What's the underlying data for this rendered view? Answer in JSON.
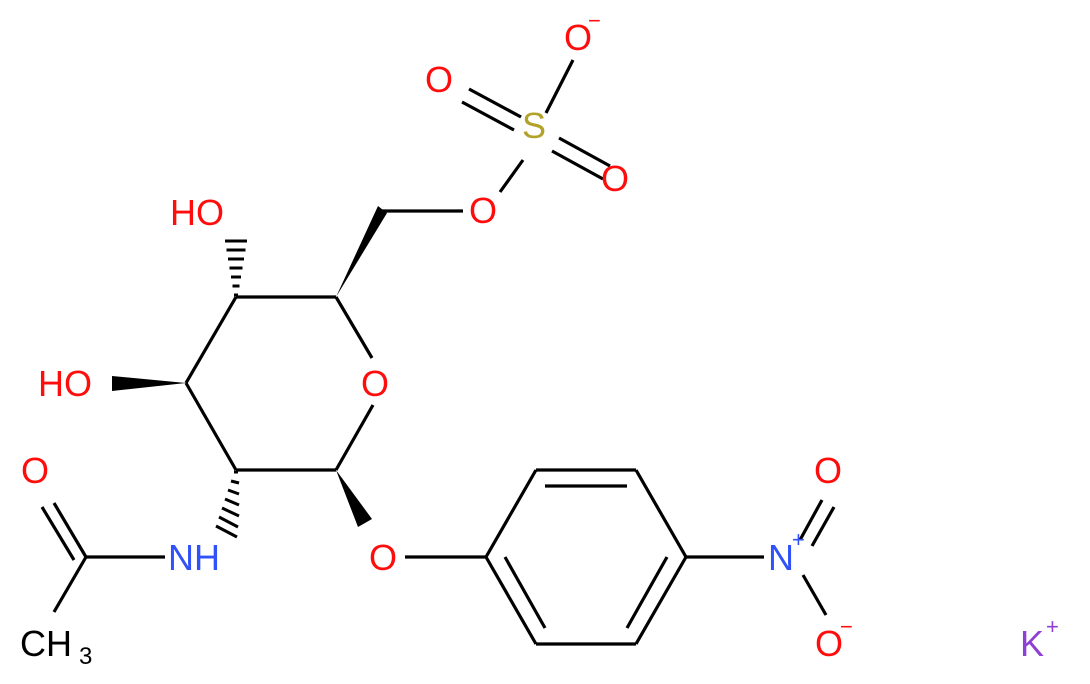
{
  "colors": {
    "bond": "#000000",
    "oxygen": "#ff0d0d",
    "nitrogen": "#3050f8",
    "sulfur": "#b2a22a",
    "potassium": "#8f40d4",
    "carbon": "#000000"
  },
  "atoms": {
    "sulfate_o_minus": "O",
    "sulfate_o_minus_charge": "−",
    "sulfate_o_left": "O",
    "sulfur": "S",
    "sulfate_o_right": "O",
    "sulfate_o_bridge": "O",
    "hydroxyl_top": "HO",
    "hydroxyl_left": "HO",
    "ring_oxygen": "O",
    "carbonyl_oxygen": "O",
    "amide_nh": "NH",
    "methyl_c": "CH",
    "methyl_sub": "3",
    "glycosidic_oxygen": "O",
    "nitro_n": "N",
    "nitro_n_charge": "+",
    "nitro_o_top": "O",
    "nitro_o_bottom": "O",
    "nitro_o_bottom_charge": "−",
    "potassium": "K",
    "potassium_charge": "+"
  }
}
